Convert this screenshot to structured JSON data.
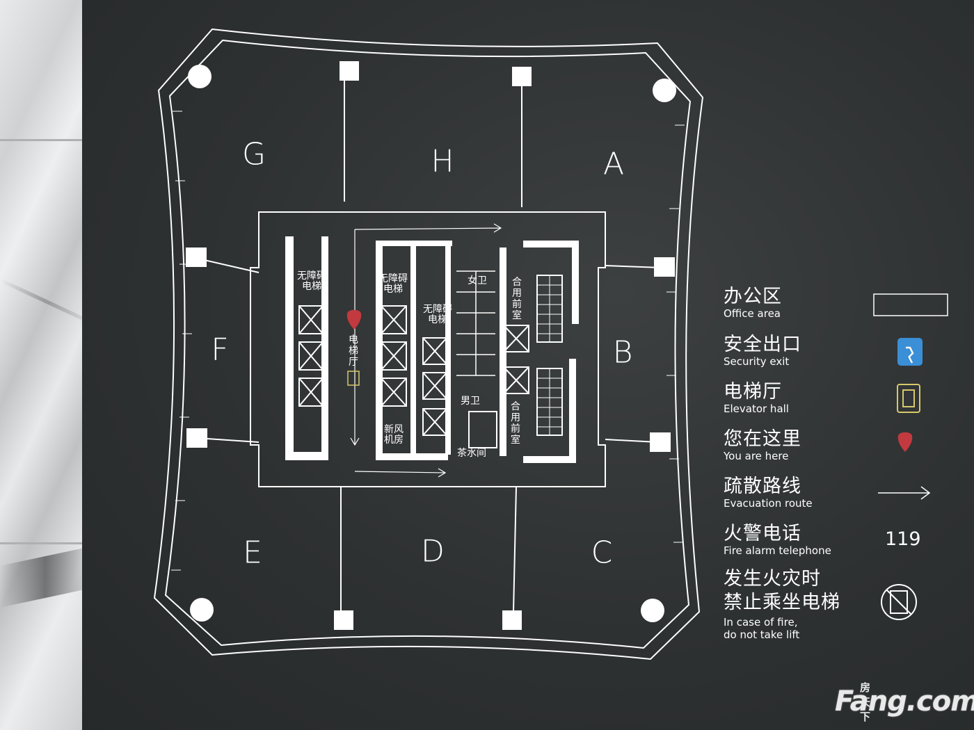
{
  "zones": [
    {
      "id": "G",
      "label": "G"
    },
    {
      "id": "H",
      "label": "H"
    },
    {
      "id": "A",
      "label": "A"
    },
    {
      "id": "F",
      "label": "F"
    },
    {
      "id": "B",
      "label": "B"
    },
    {
      "id": "E",
      "label": "E"
    },
    {
      "id": "D",
      "label": "D"
    },
    {
      "id": "C",
      "label": "C"
    }
  ],
  "rooms": {
    "accessible_elevator": "无障碍电梯",
    "elevator_hall": "电梯厅",
    "womens_wc": "女卫",
    "mens_wc": "男卫",
    "shared_lobby": "合用前室",
    "fresh_air_room": "新风机房",
    "tea_room": "茶水间"
  },
  "legend": [
    {
      "zh": "办公区",
      "en": "Office area",
      "icon": "office-area-swatch"
    },
    {
      "zh": "安全出口",
      "en": "Security exit",
      "icon": "exit-sign-icon",
      "color": "#3a8fd6"
    },
    {
      "zh": "电梯厅",
      "en": "Elevator hall",
      "icon": "elevator-icon",
      "color": "#d8c96a"
    },
    {
      "zh": "您在这里",
      "en": "You are here",
      "icon": "location-pin-icon",
      "color": "#c23a3f"
    },
    {
      "zh": "疏散路线",
      "en": "Evacuation route",
      "icon": "arrow-right-icon"
    },
    {
      "zh": "火警电话",
      "en": "Fire alarm telephone",
      "value": "119"
    },
    {
      "zh_line1": "发生火灾时",
      "zh_line2": "禁止乘坐电梯",
      "en_line1": "In case of fire,",
      "en_line2": "do not take lift",
      "icon": "no-lift-icon"
    }
  ],
  "watermark": {
    "zh": "房天下",
    "en": "Fang.com"
  }
}
